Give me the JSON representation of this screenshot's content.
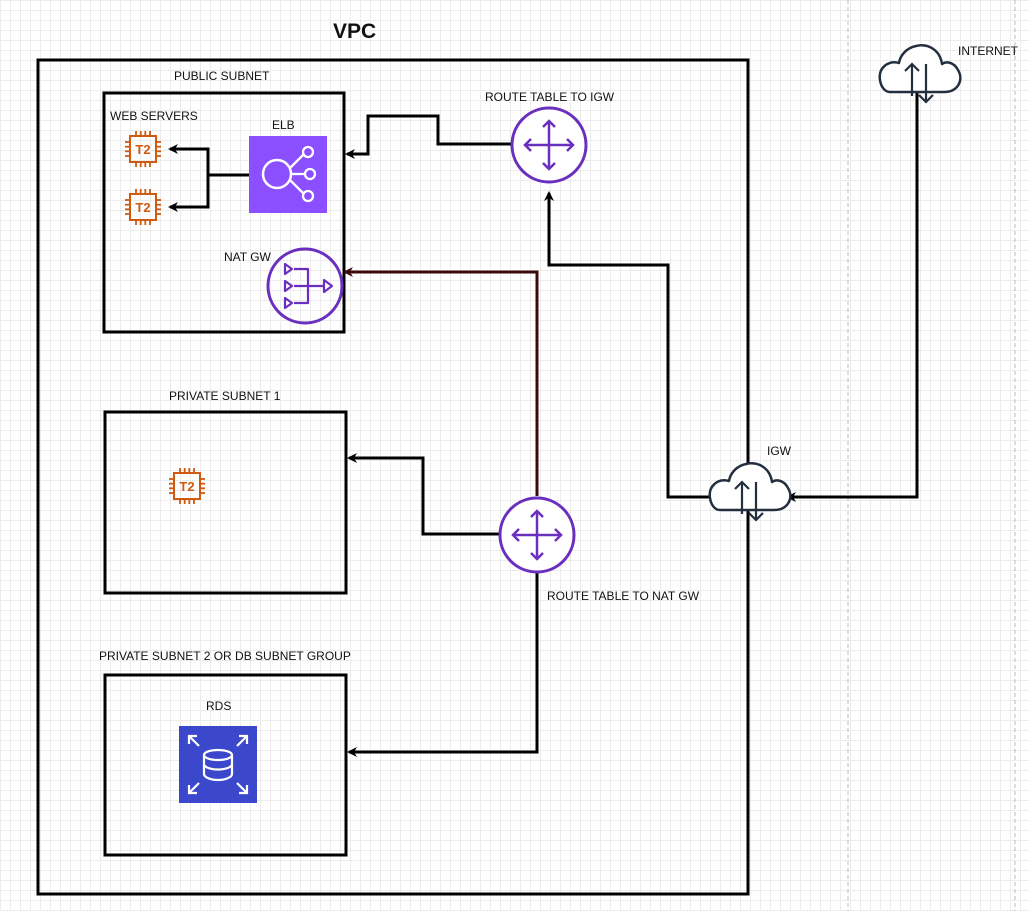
{
  "diagram": {
    "title": "VPC",
    "internet_label": "INTERNET",
    "igw_label": "IGW",
    "public_subnet": {
      "title": "PUBLIC SUBNET",
      "web_servers_label": "WEB SERVERS",
      "elb_label": "ELB",
      "nat_gw_label": "NAT GW",
      "instance_label": "T2"
    },
    "private_subnet_1": {
      "title": "PRIVATE SUBNET 1",
      "instance_label": "T2"
    },
    "private_subnet_2": {
      "title": "PRIVATE SUBNET 2 OR DB SUBNET GROUP",
      "rds_label": "RDS"
    },
    "route_table_igw_label": "ROUTE TABLE TO IGW",
    "route_table_nat_label": "ROUTE TABLE TO NAT GW"
  },
  "colors": {
    "router": "#6b2fbf",
    "ec2": "#d05a0f",
    "elb": "#8c4fff",
    "rds": "#3b48cc",
    "nat_line": "#3a0a0a",
    "line": "#000000"
  }
}
